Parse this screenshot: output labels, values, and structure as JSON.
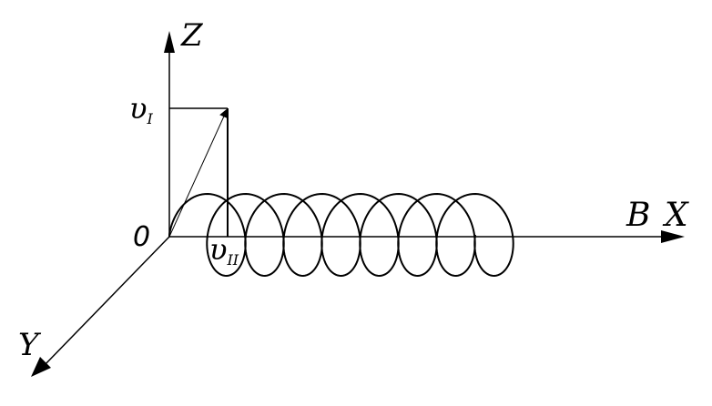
{
  "labels": {
    "z_axis": "Z",
    "x_axis": "X",
    "y_axis": "Y",
    "origin": "0",
    "field": "B",
    "v_perp_symbol": "υ",
    "v_perp_sub": "I",
    "v_par_symbol": "υ",
    "v_par_sub": "II"
  },
  "helix": {
    "turns": 8
  },
  "colors": {
    "ink": "#000000",
    "background": "#ffffff"
  }
}
